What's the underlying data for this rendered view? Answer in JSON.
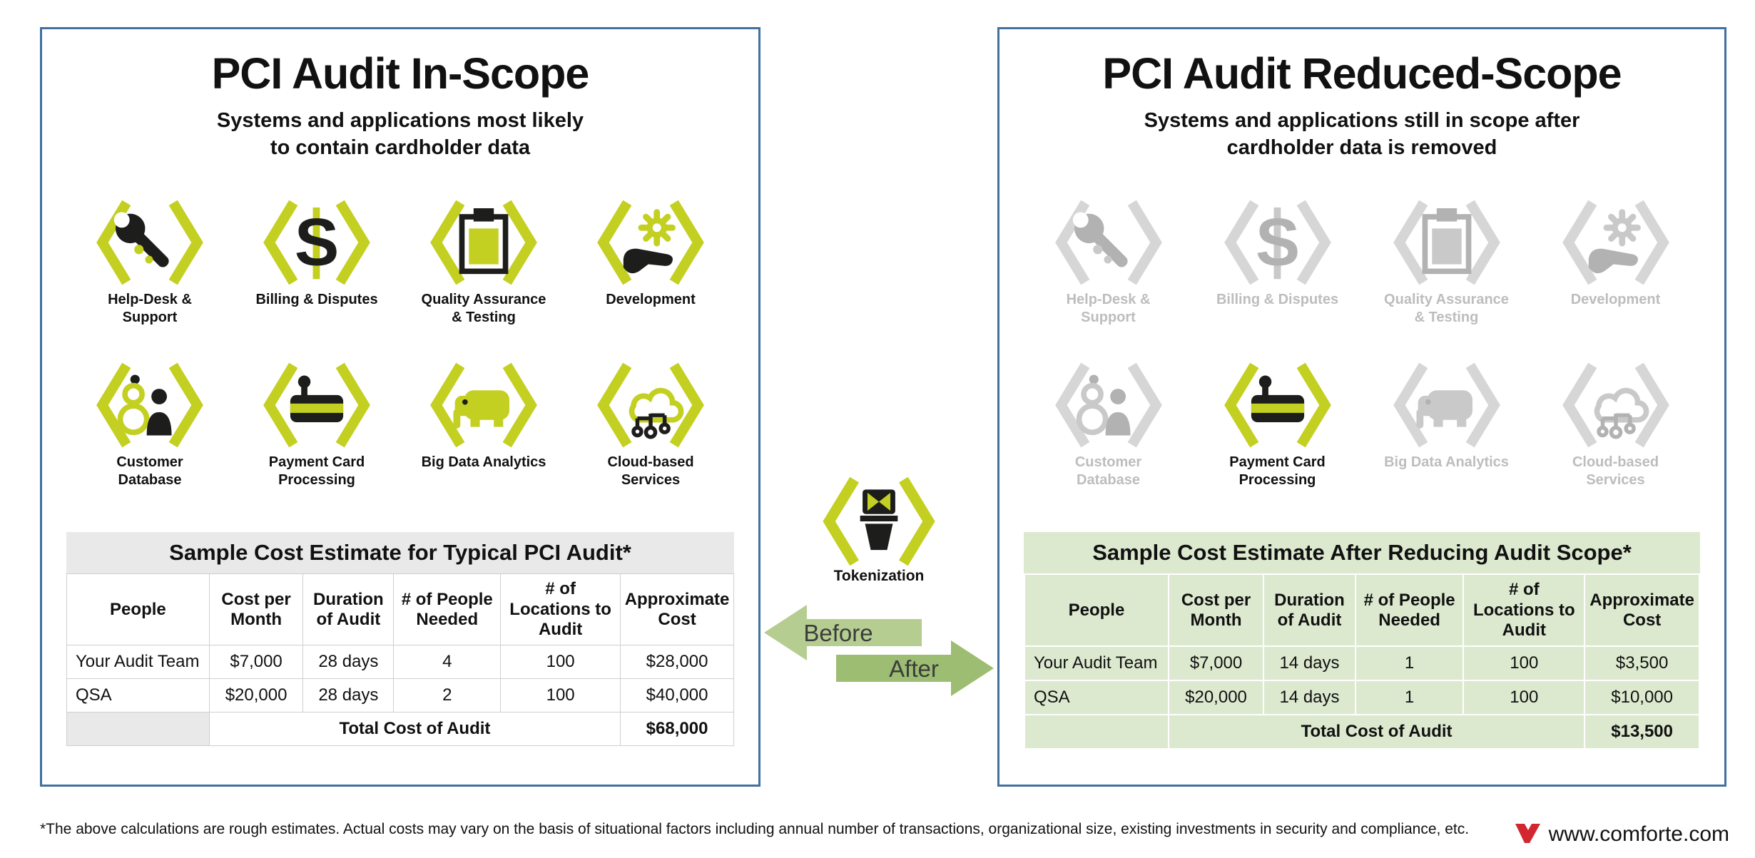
{
  "colors": {
    "accent": "#c3d021",
    "icon_dark": "#1d1d1b",
    "inactive_chevron": "#d6d6d6",
    "inactive_glyph": "#b2b2b2",
    "panel_border": "#41719c",
    "table_gray": "#e9e9e9",
    "table_green": "#dce9cf",
    "arrow_green_light": "#b6cd92",
    "arrow_green_dark": "#9cbd72",
    "logo_red": "#d22730"
  },
  "left_panel": {
    "title": "PCI Audit In-Scope",
    "subtitle": "Systems and applications most likely\nto contain cardholder data",
    "icons": [
      {
        "name": "help-desk-support",
        "type": "wrench",
        "icon": "wrench-icon",
        "label": "Help-Desk &\nSupport",
        "active": true
      },
      {
        "name": "billing-disputes",
        "type": "dollar",
        "icon": "dollar-icon",
        "label": "Billing & Disputes",
        "active": true
      },
      {
        "name": "quality-assurance-testing",
        "type": "clipboard",
        "icon": "clipboard-icon",
        "label": "Quality Assurance\n& Testing",
        "active": true
      },
      {
        "name": "development",
        "type": "gearhand",
        "icon": "gear-hand-icon",
        "label": "Development",
        "active": true
      },
      {
        "name": "customer-database",
        "type": "people",
        "icon": "people-icon",
        "label": "Customer\nDatabase",
        "active": true
      },
      {
        "name": "payment-card-processing",
        "type": "card",
        "icon": "payment-card-icon",
        "label": "Payment Card\nProcessing",
        "active": true
      },
      {
        "name": "big-data-analytics",
        "type": "elephant",
        "icon": "elephant-icon",
        "label": "Big Data Analytics",
        "active": true
      },
      {
        "name": "cloud-based-services",
        "type": "cloud",
        "icon": "cloud-icon",
        "label": "Cloud-based\nServices",
        "active": true
      }
    ],
    "table": {
      "title": "Sample Cost Estimate for Typical PCI Audit*",
      "headers": [
        "People",
        "Cost per Month",
        "Duration of Audit",
        "# of People Needed",
        "# of Locations to Audit",
        "Approximate Cost"
      ],
      "rows": [
        [
          "Your Audit Team",
          "$7,000",
          "28 days",
          "4",
          "100",
          "$28,000"
        ],
        [
          "QSA",
          "$20,000",
          "28 days",
          "2",
          "100",
          "$40,000"
        ]
      ],
      "total_label": "Total Cost of Audit",
      "total_value": "$68,000"
    }
  },
  "middle": {
    "tokenization_label": "Tokenization",
    "before_label": "Before",
    "after_label": "After"
  },
  "right_panel": {
    "title": "PCI Audit Reduced-Scope",
    "subtitle": "Systems and applications still in scope after\ncardholder data is removed",
    "icons": [
      {
        "name": "help-desk-support",
        "type": "wrench",
        "icon": "wrench-icon",
        "label": "Help-Desk &\nSupport",
        "active": false
      },
      {
        "name": "billing-disputes",
        "type": "dollar",
        "icon": "dollar-icon",
        "label": "Billing & Disputes",
        "active": false
      },
      {
        "name": "quality-assurance-testing",
        "type": "clipboard",
        "icon": "clipboard-icon",
        "label": "Quality Assurance\n& Testing",
        "active": false
      },
      {
        "name": "development",
        "type": "gearhand",
        "icon": "gear-hand-icon",
        "label": "Development",
        "active": false
      },
      {
        "name": "customer-database",
        "type": "people",
        "icon": "people-icon",
        "label": "Customer\nDatabase",
        "active": false
      },
      {
        "name": "payment-card-processing",
        "type": "card",
        "icon": "payment-card-icon",
        "label": "Payment Card\nProcessing",
        "active": true
      },
      {
        "name": "big-data-analytics",
        "type": "elephant",
        "icon": "elephant-icon",
        "label": "Big Data Analytics",
        "active": false
      },
      {
        "name": "cloud-based-services",
        "type": "cloud",
        "icon": "cloud-icon",
        "label": "Cloud-based\nServices",
        "active": false
      }
    ],
    "table": {
      "title": "Sample Cost Estimate After Reducing Audit Scope*",
      "headers": [
        "People",
        "Cost per Month",
        "Duration of Audit",
        "# of People Needed",
        "# of Locations to Audit",
        "Approximate Cost"
      ],
      "rows": [
        [
          "Your Audit Team",
          "$7,000",
          "14 days",
          "1",
          "100",
          "$3,500"
        ],
        [
          "QSA",
          "$20,000",
          "14 days",
          "1",
          "100",
          "$10,000"
        ]
      ],
      "total_label": "Total Cost of Audit",
      "total_value": "$13,500"
    }
  },
  "footer": {
    "footnote": "*The above calculations are rough estimates. Actual costs may vary on the basis of situational factors including annual number of transactions, organizational size, existing investments in security and compliance, etc.",
    "website": "www.comforte.com"
  }
}
